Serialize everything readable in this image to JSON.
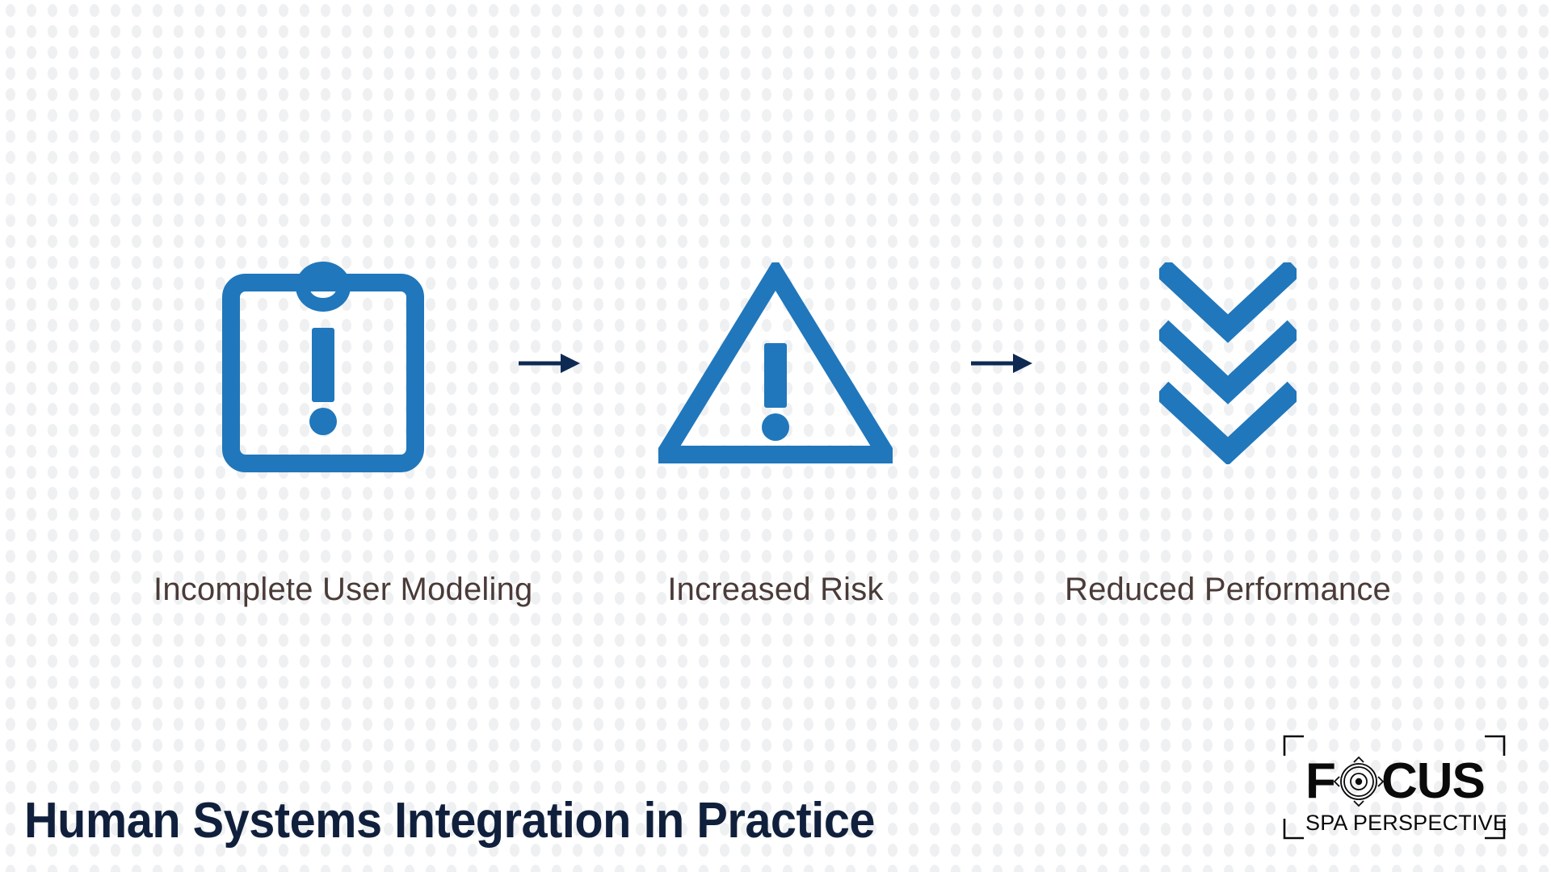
{
  "slide": {
    "title": "Human Systems Integration in Practice",
    "background_color": "#ffffff",
    "accent_color": "#2077bc",
    "title_color": "#10203c",
    "label_color": "#4a3b38",
    "arrow_color": "#0f2a52",
    "pattern_color": "#f0f0f2"
  },
  "flow": {
    "steps": [
      {
        "icon": "clipboard-alert-icon",
        "label": "Incomplete User Modeling"
      },
      {
        "icon": "warning-triangle-icon",
        "label": "Increased Risk"
      },
      {
        "icon": "triple-chevron-down-icon",
        "label": "Reduced Performance"
      }
    ],
    "connectors": [
      {
        "icon": "arrow-right-icon"
      },
      {
        "icon": "arrow-right-icon"
      }
    ]
  },
  "logo": {
    "wordmark_prefix": "F",
    "wordmark_suffix": "CUS",
    "target_icon": "focus-target-icon",
    "tagline": "SPA PERSPECTIVES",
    "bracket_icon": "corner-bracket",
    "color": "#0a0a0a"
  }
}
